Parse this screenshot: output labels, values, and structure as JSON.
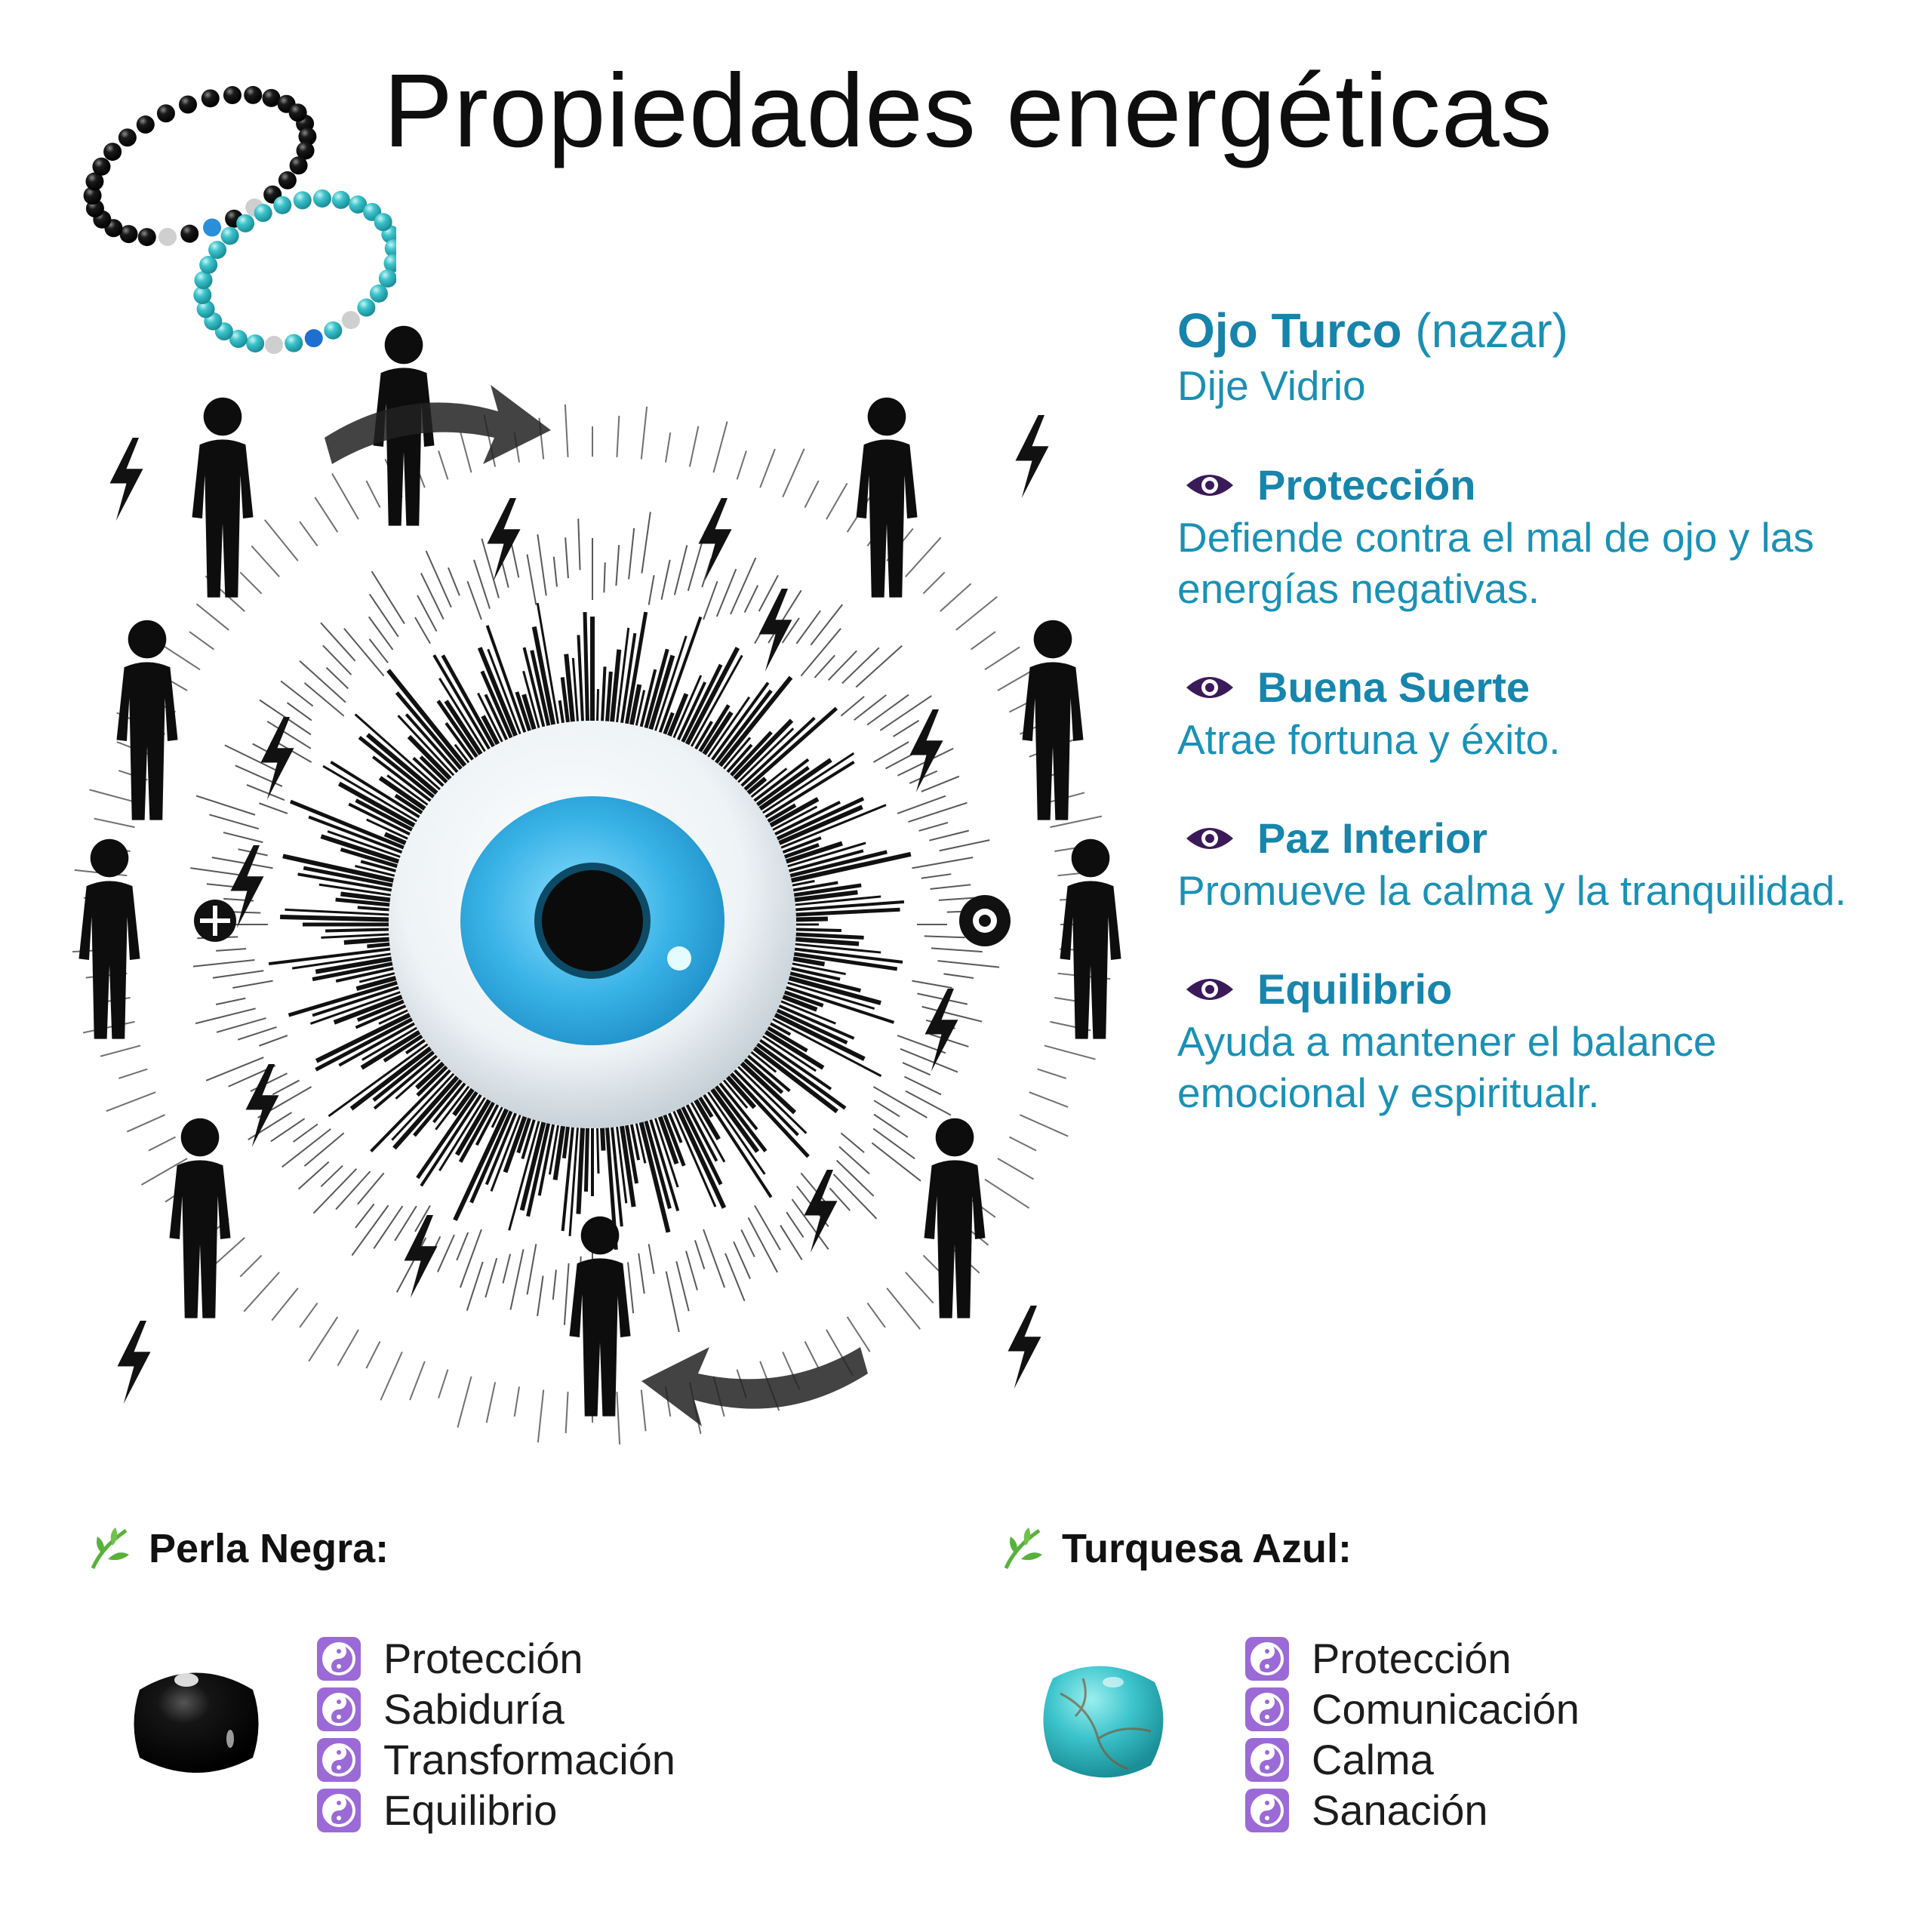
{
  "title": "Propiedades energéticas",
  "info": {
    "name_bold": "Ojo Turco",
    "name_rest": " (nazar)",
    "subtitle": "Dije Vidrio",
    "properties": [
      {
        "title": "Protección",
        "desc": "Defiende contra el  mal de ojo y las energías negativas."
      },
      {
        "title": "Buena Suerte",
        "desc": "Atrae fortuna y éxito."
      },
      {
        "title": "Paz Interior",
        "desc": "Promueve la calma y la tranquilidad."
      },
      {
        "title": "Equilibrio",
        "desc": "Ayuda a mantener el balance emocional y espiritualr."
      }
    ]
  },
  "stones": [
    {
      "name": "Perla Negra:",
      "items": [
        "Protección",
        "Sabiduría",
        "Transformación",
        "Equilibrio"
      ]
    },
    {
      "name": "Turquesa Azul:",
      "items": [
        "Protección",
        "Comunicación",
        "Calma",
        "Sanación"
      ]
    }
  ],
  "colors": {
    "accent_text": "#1a8fb3",
    "eye_icon": "#3b1a5a",
    "yin_yang_badge": "#9b6ad6",
    "leaf": "#58b23a",
    "turquoise": "#3cc4cc",
    "black_bead": "#0c0c0c"
  },
  "icons": {
    "property_bullet": "eye-icon",
    "stone_heading": "leaf-icon",
    "list_bullet": "yin-yang-icon"
  }
}
